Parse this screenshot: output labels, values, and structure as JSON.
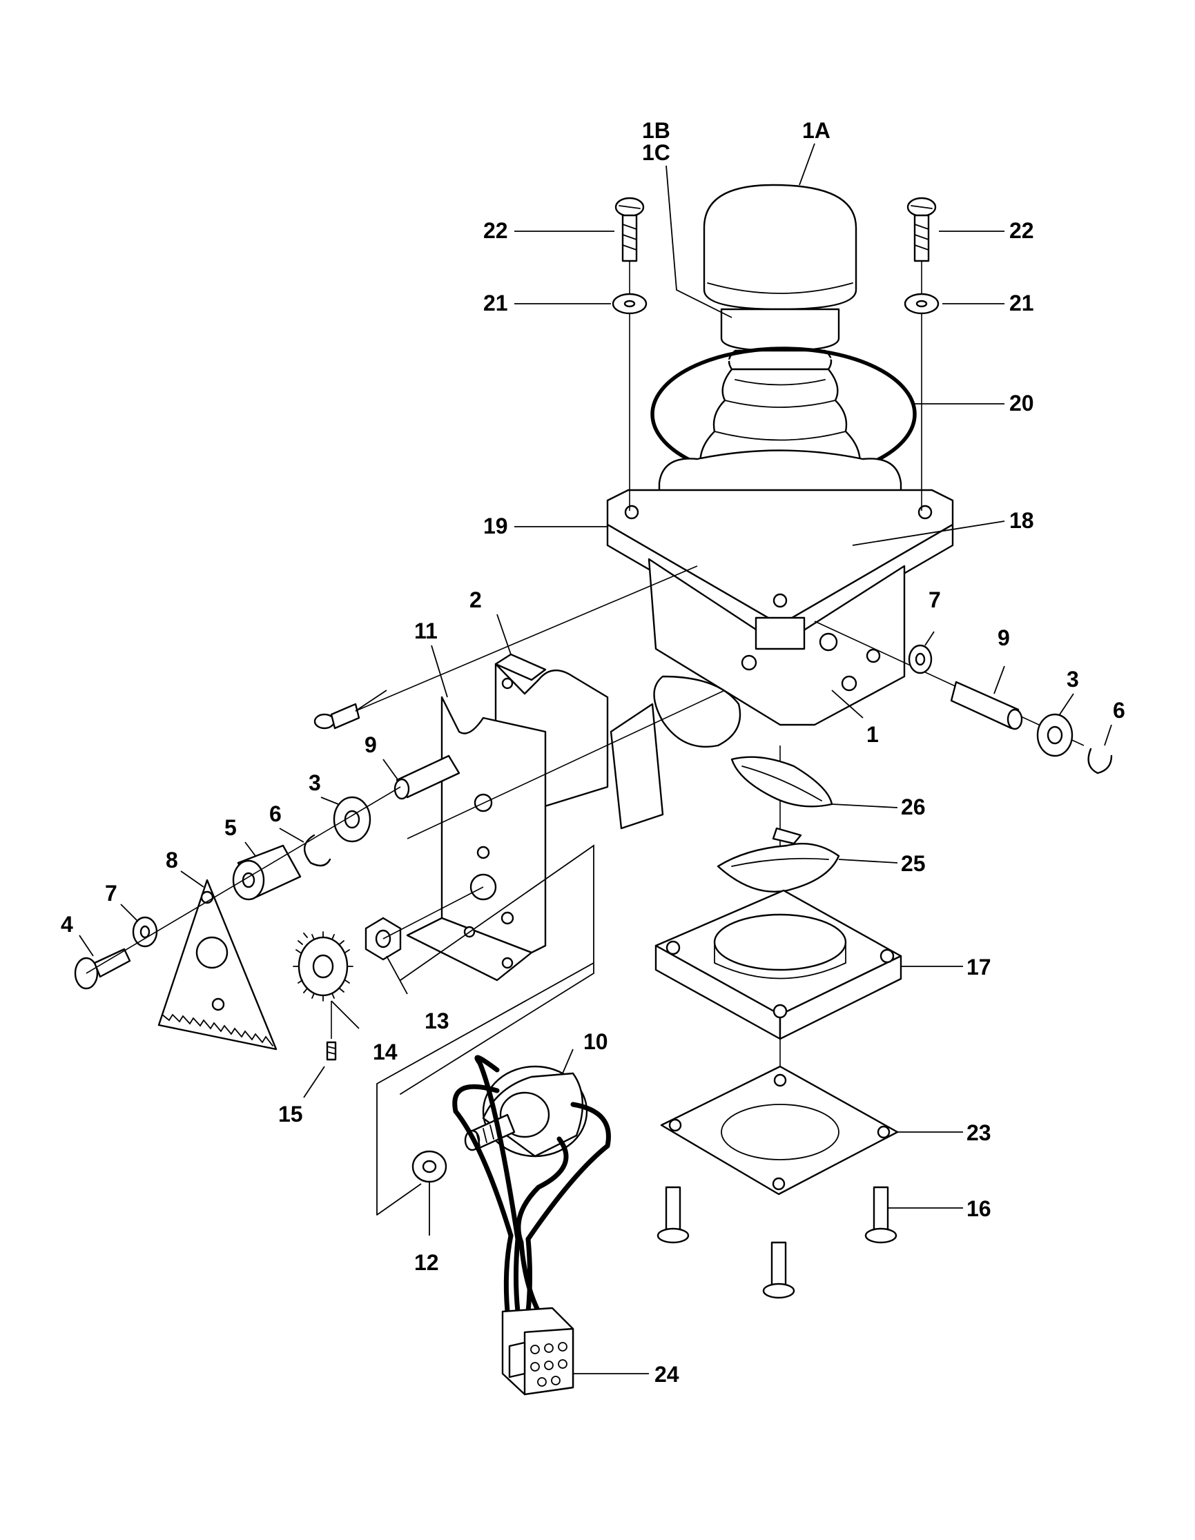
{
  "figure": {
    "type": "exploded-parts-diagram",
    "line_color": "#000000",
    "background": "#ffffff"
  },
  "callouts": {
    "c1A": "1A",
    "c1B": "1B",
    "c1C": "1C",
    "c22_left": "22",
    "c22_right": "22",
    "c21_left": "21",
    "c21_right": "21",
    "c20": "20",
    "c19": "19",
    "c18": "18",
    "c2": "2",
    "c11": "11",
    "c7_right": "7",
    "c9_right": "9",
    "c3_right": "3",
    "c6_right": "6",
    "c1": "1",
    "c9_left": "9",
    "c3_left": "3",
    "c6_left": "6",
    "c5": "5",
    "c8": "8",
    "c7_left": "7",
    "c4": "4",
    "c26": "26",
    "c25": "25",
    "c17": "17",
    "c13": "13",
    "c14": "14",
    "c15": "15",
    "c10": "10",
    "c23": "23",
    "c16": "16",
    "c12": "12",
    "c24": "24"
  }
}
